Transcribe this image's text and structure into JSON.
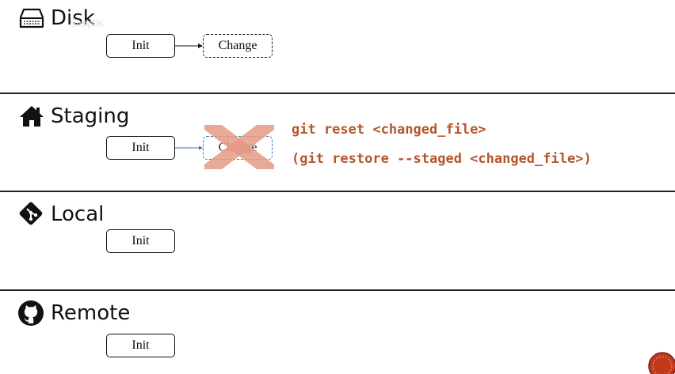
{
  "sections": [
    {
      "title": "Disk",
      "icon": "hard-drive-icon"
    },
    {
      "title": "Staging",
      "icon": "home-icon"
    },
    {
      "title": "Local",
      "icon": "git-icon"
    },
    {
      "title": "Remote",
      "icon": "github-icon"
    }
  ],
  "boxes": {
    "disk_init": "Init",
    "disk_change": "Change",
    "staging_init": "Init",
    "staging_change": "Change",
    "local_init": "Init",
    "remote_init": "Init"
  },
  "commands": {
    "reset": "git reset <changed_file>",
    "restore": "(git restore --staged <changed_file>)"
  },
  "watermark": "SimpliK",
  "colors": {
    "command": "#b5552a",
    "cross": "#e49a84",
    "arrow_blue": "#3b6fa8",
    "logo": "#c0391b"
  }
}
